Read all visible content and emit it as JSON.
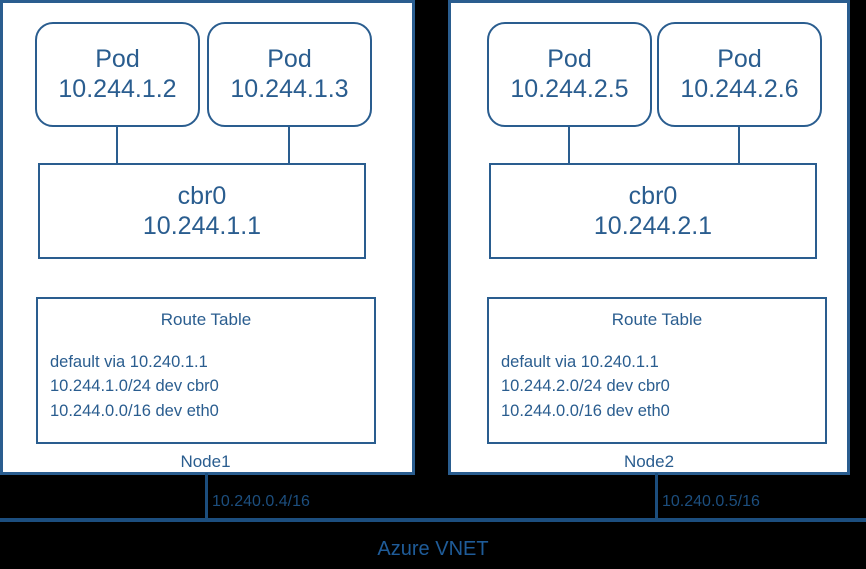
{
  "diagram": {
    "caption": "Azure VNET",
    "colors": {
      "background": "#000000",
      "node_fill": "#ffffff",
      "stroke": "#2a5d8f",
      "text": "#2a5d8f",
      "vnet_line": "#1c4e7e",
      "vnet_caption": "#1f5c99"
    }
  },
  "nodes": [
    {
      "name": "Node1",
      "host_ip": "10.240.0.4/16",
      "pods": [
        {
          "title": "Pod",
          "ip": "10.244.1.2"
        },
        {
          "title": "Pod",
          "ip": "10.244.1.3"
        }
      ],
      "bridge": {
        "title": "cbr0",
        "ip": "10.244.1.1"
      },
      "route_table": {
        "title": "Route Table",
        "routes": [
          "default via 10.240.1.1",
          "10.244.1.0/24 dev cbr0",
          "10.244.0.0/16 dev eth0"
        ]
      }
    },
    {
      "name": "Node2",
      "host_ip": "10.240.0.5/16",
      "pods": [
        {
          "title": "Pod",
          "ip": "10.244.2.5"
        },
        {
          "title": "Pod",
          "ip": "10.244.2.6"
        }
      ],
      "bridge": {
        "title": "cbr0",
        "ip": "10.244.2.1"
      },
      "route_table": {
        "title": "Route Table",
        "routes": [
          "default via 10.240.1.1",
          "10.244.2.0/24 dev cbr0",
          "10.244.0.0/16 dev eth0"
        ]
      }
    }
  ]
}
